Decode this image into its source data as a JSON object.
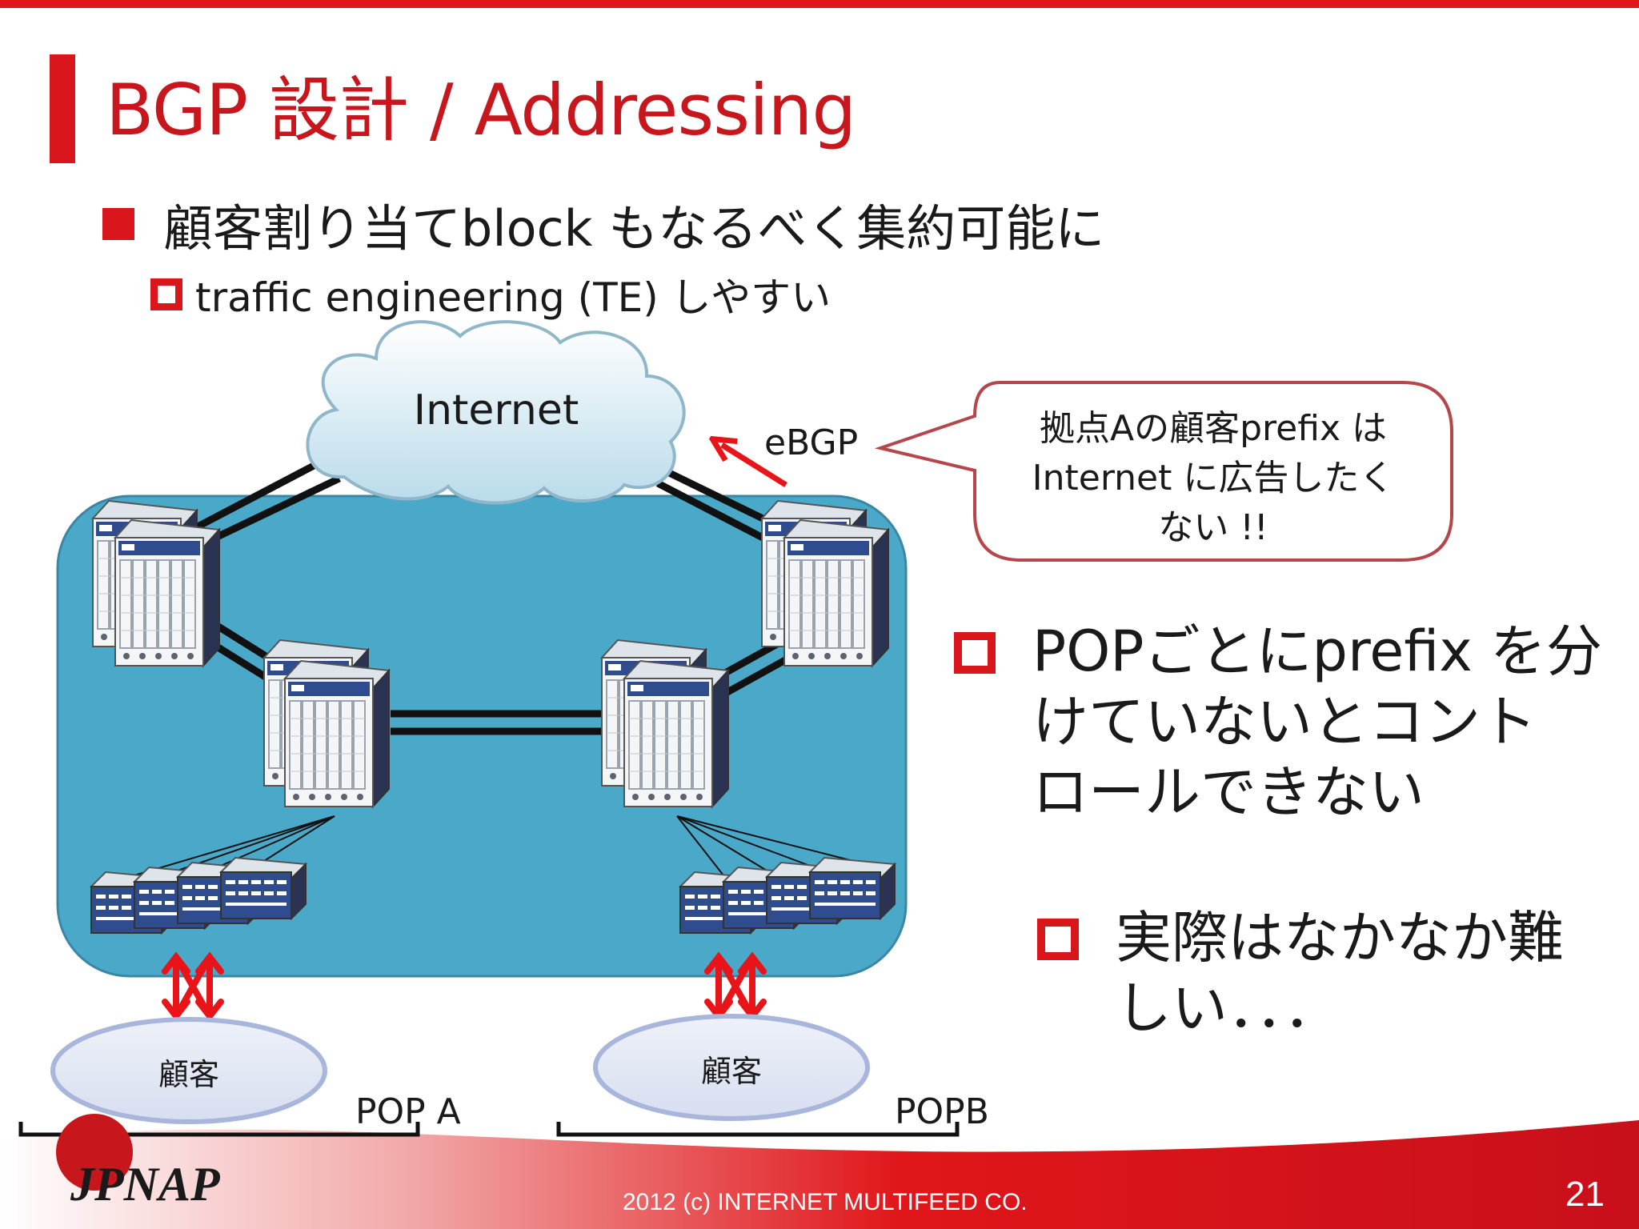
{
  "slide": {
    "title": "BGP 設計 / Addressing",
    "bullet_main": "顧客割り当てblock もなるべく集約可能に",
    "bullet_sub": "traffic engineering (TE) しやすい",
    "right_bullet_1": [
      "POPごとにprefix を分",
      "けていないとコント",
      "ロールできない"
    ],
    "right_bullet_2": [
      "実際はなかなか難",
      "しい．．．"
    ],
    "footer": "2012 (c) INTERNET MULTIFEED CO.",
    "page_number": "21",
    "logo_text": "JPNAP"
  },
  "diagram": {
    "cloud_label": "Internet",
    "ebgp_label": "eBGP",
    "callout_lines": [
      "拠点Aの顧客prefix は",
      "Internet に広告したく",
      "ない !!"
    ],
    "customer_a_label": "顧客",
    "customer_b_label": "顧客",
    "pop_a_label": "POP A",
    "pop_b_label": "POPB",
    "colors": {
      "accent_red": "#d9161c",
      "network_area": "#4aa8c8",
      "callout_border": "#b5474c",
      "customer_ellipse": "#cdd6ea"
    }
  }
}
